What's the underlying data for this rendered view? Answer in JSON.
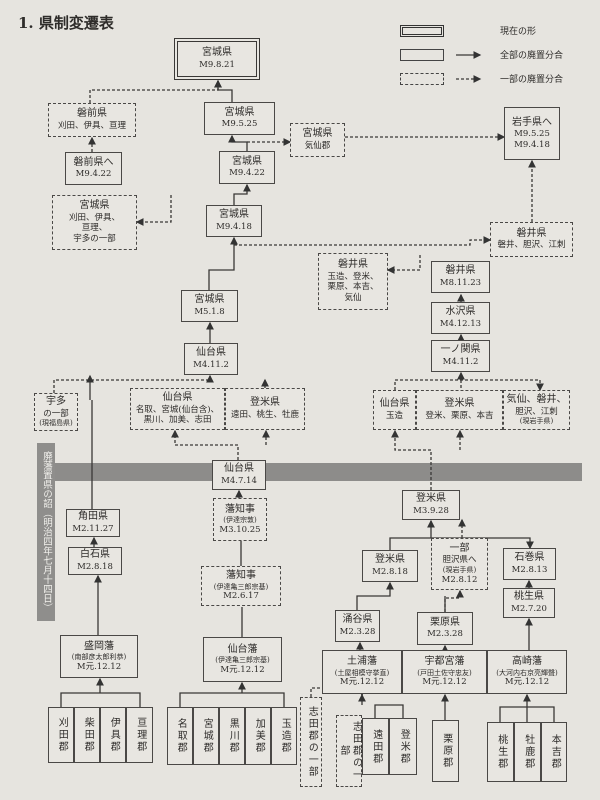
{
  "title": "1. 県制変遷表",
  "legend": [
    {
      "style": "double",
      "label": "現在の形"
    },
    {
      "style": "solid",
      "label": "全部の廃置分合"
    },
    {
      "style": "dashed",
      "label": "一部の廃置分合"
    }
  ],
  "side_label": "廃藩置県の詔（明治四年七月十四日）",
  "nodes": [
    {
      "id": "miyagi-m9821",
      "style": "double",
      "lines": [
        "宮城県",
        "M9.8.21"
      ]
    },
    {
      "id": "iwasaki-part",
      "style": "dashed",
      "lines": [
        "磐前県",
        "刈田、伊具、亘理"
      ]
    },
    {
      "id": "miyagi-m9525",
      "style": "solid",
      "lines": [
        "宮城県",
        "M9.5.25"
      ]
    },
    {
      "id": "miyagi-kesen",
      "style": "dashed",
      "lines": [
        "宮城県",
        "気仙郡"
      ]
    },
    {
      "id": "iwate",
      "style": "solid",
      "lines": [
        "岩手県へ",
        "M9.5.25",
        "M9.4.18"
      ]
    },
    {
      "id": "iwasaki-to",
      "style": "solid",
      "lines": [
        "磐前県へ",
        "M9.4.22"
      ]
    },
    {
      "id": "miyagi-m9422",
      "style": "solid",
      "lines": [
        "宮城県",
        "M9.4.22"
      ]
    },
    {
      "id": "miyagi-katta",
      "style": "dashed",
      "lines": [
        "宮城県",
        "刈田、伊具、",
        "亘理、",
        "宇多の一部"
      ]
    },
    {
      "id": "miyagi-m9418",
      "style": "solid",
      "lines": [
        "宮城県",
        "M9.4.18"
      ]
    },
    {
      "id": "iwai-part1",
      "style": "dashed",
      "lines": [
        "磐井県",
        "磐井、胆沢、江刺"
      ]
    },
    {
      "id": "iwai-part2",
      "style": "dashed",
      "lines": [
        "磐井県",
        "玉造、登米、",
        "栗原、本吉、",
        "気仙"
      ]
    },
    {
      "id": "iwai-m81123",
      "style": "solid",
      "lines": [
        "磐井県",
        "M8.11.23"
      ]
    },
    {
      "id": "miyagi-m518",
      "style": "solid",
      "lines": [
        "宮城県",
        "M5.1.8"
      ]
    },
    {
      "id": "mizusawa",
      "style": "solid",
      "lines": [
        "水沢県",
        "M4.12.13"
      ]
    },
    {
      "id": "sendai-m4112",
      "style": "solid",
      "lines": [
        "仙台県",
        "M4.11.2"
      ]
    },
    {
      "id": "ichinoseki",
      "style": "solid",
      "lines": [
        "一ノ関県",
        "M4.11.2"
      ]
    },
    {
      "id": "uda-part",
      "style": "dashed",
      "lines": [
        "宇多",
        "の一部",
        "(現福島県)"
      ]
    },
    {
      "id": "sendai-part",
      "style": "dashed",
      "lines": [
        "仙台県",
        "名取、宮城(仙台含)、",
        "黒川、加美、志田"
      ]
    },
    {
      "id": "tome-part1",
      "style": "dashed",
      "lines": [
        "登米県",
        "遠田、桃生、牡鹿"
      ]
    },
    {
      "id": "sendai-tamatsukuri",
      "style": "dashed",
      "lines": [
        "仙台県",
        "玉造"
      ]
    },
    {
      "id": "tome-part2",
      "style": "dashed",
      "lines": [
        "登米県",
        "登米、栗原、本吉"
      ]
    },
    {
      "id": "kesen-group",
      "style": "dashed",
      "lines": [
        "気仙、磐井、",
        "胆沢、江刺",
        "(現岩手県)"
      ]
    },
    {
      "id": "sendai-m4714",
      "style": "solid",
      "lines": [
        "仙台県",
        "M4.7.14"
      ]
    },
    {
      "id": "hanchiji-m31025",
      "style": "dashed",
      "lines": [
        "藩知事",
        "(伊達宗敦)",
        "M3.10.25"
      ]
    },
    {
      "id": "tome-m3928",
      "style": "solid",
      "lines": [
        "登米県",
        "M3.9.28"
      ]
    },
    {
      "id": "kakuda",
      "style": "solid",
      "lines": [
        "角田県",
        "M2.11.27"
      ]
    },
    {
      "id": "shiroishi",
      "style": "solid",
      "lines": [
        "白石県",
        "M2.8.18"
      ]
    },
    {
      "id": "hanchiji-m2617",
      "style": "dashed",
      "lines": [
        "藩知事",
        "(伊達亀三郎宗基)",
        "M2.6.17"
      ]
    },
    {
      "id": "tome-m2818",
      "style": "solid",
      "lines": [
        "登米県",
        "M2.8.18"
      ]
    },
    {
      "id": "isawa-part",
      "style": "dashed",
      "lines": [
        "一部",
        "胆沢県へ",
        "(現岩手県)",
        "M2.8.12"
      ]
    },
    {
      "id": "ishinomaki",
      "style": "solid",
      "lines": [
        "石巻県",
        "M2.8.13"
      ]
    },
    {
      "id": "monou",
      "style": "solid",
      "lines": [
        "桃生県",
        "M2.7.20"
      ]
    },
    {
      "id": "wakuya",
      "style": "solid",
      "lines": [
        "涌谷県",
        "M2.3.28"
      ]
    },
    {
      "id": "kurihara-ken",
      "style": "solid",
      "lines": [
        "栗原県",
        "M2.3.28"
      ]
    },
    {
      "id": "morioka-han",
      "style": "solid",
      "lines": [
        "盛岡藩",
        "(南部彦太郎利恭)",
        "M元.12.12"
      ]
    },
    {
      "id": "sendai-han",
      "style": "solid",
      "lines": [
        "仙台藩",
        "(伊達亀三郎宗基)",
        "M元.12.12"
      ]
    },
    {
      "id": "tsuchiura-han",
      "style": "solid",
      "lines": [
        "土浦藩",
        "(土屋相模守挙直)",
        "M元.12.12"
      ]
    },
    {
      "id": "utsunomiya-han",
      "style": "solid",
      "lines": [
        "宇都宮藩",
        "(戸田土佐守忠友)",
        "M元.12.12"
      ]
    },
    {
      "id": "takasaki-han",
      "style": "solid",
      "lines": [
        "高崎藩",
        "(大河内右京亮輝聲)",
        "M元.12.12"
      ]
    },
    {
      "id": "d-katta",
      "style": "vert",
      "lines": [
        "刈田郡"
      ]
    },
    {
      "id": "d-shibata",
      "style": "vert",
      "lines": [
        "柴田郡"
      ]
    },
    {
      "id": "d-igu",
      "style": "vert",
      "lines": [
        "伊具郡"
      ]
    },
    {
      "id": "d-watari",
      "style": "vert",
      "lines": [
        "亘理郡"
      ]
    },
    {
      "id": "d-natori",
      "style": "vert",
      "lines": [
        "名取郡"
      ]
    },
    {
      "id": "d-miyagi",
      "style": "vert",
      "lines": [
        "宮城郡"
      ]
    },
    {
      "id": "d-kurokawa",
      "style": "vert",
      "lines": [
        "黒川郡"
      ]
    },
    {
      "id": "d-kami",
      "style": "vert",
      "lines": [
        "加美郡"
      ]
    },
    {
      "id": "d-tamatsukuri",
      "style": "vert",
      "lines": [
        "玉造郡"
      ]
    },
    {
      "id": "d-shida1",
      "style": "vert dashed",
      "lines": [
        "志田郡の一部"
      ]
    },
    {
      "id": "d-shida2",
      "style": "vert dashed",
      "lines": [
        "志田郡の一部"
      ]
    },
    {
      "id": "d-toda",
      "style": "vert",
      "lines": [
        "遠田郡"
      ]
    },
    {
      "id": "d-tome",
      "style": "vert",
      "lines": [
        "登米郡"
      ]
    },
    {
      "id": "d-kurihara",
      "style": "vert",
      "lines": [
        "栗原郡"
      ]
    },
    {
      "id": "d-monou",
      "style": "vert",
      "lines": [
        "桃生郡"
      ]
    },
    {
      "id": "d-oshika",
      "style": "vert",
      "lines": [
        "牡鹿郡"
      ]
    },
    {
      "id": "d-motoyoshi",
      "style": "vert",
      "lines": [
        "本吉郡"
      ]
    }
  ]
}
